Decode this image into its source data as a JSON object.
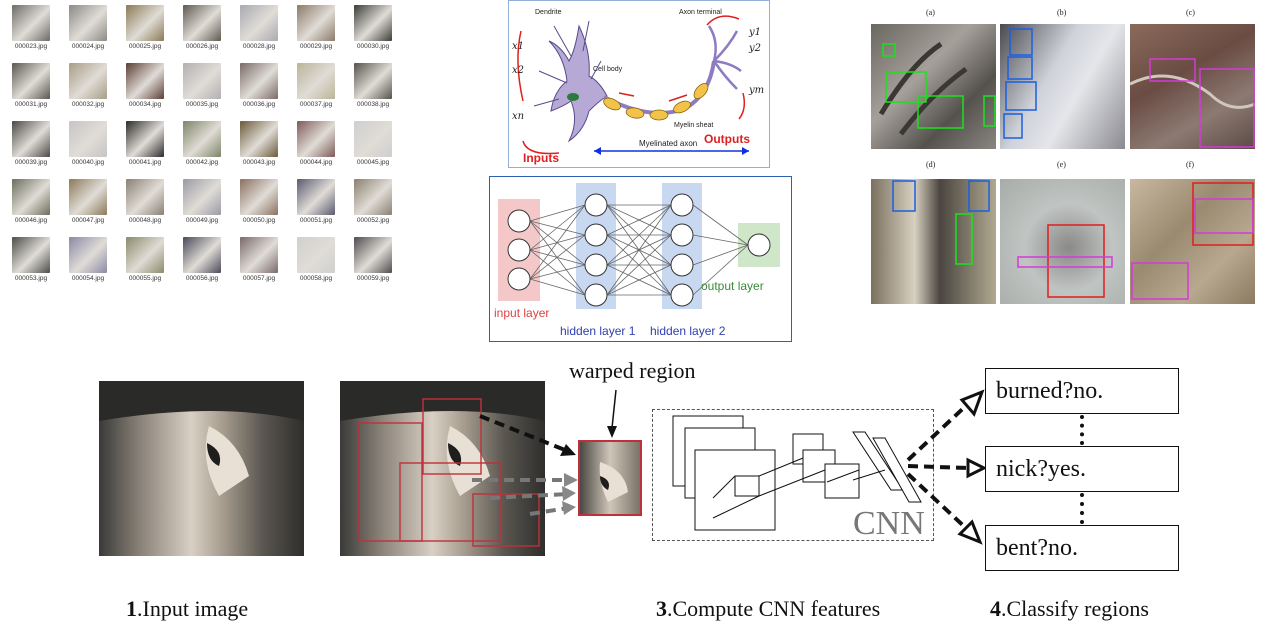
{
  "thumbnails": [
    "000023.jpg",
    "000024.jpg",
    "000025.jpg",
    "000026.jpg",
    "000028.jpg",
    "000029.jpg",
    "000030.jpg",
    "000031.jpg",
    "000032.jpg",
    "000034.jpg",
    "000035.jpg",
    "000036.jpg",
    "000037.jpg",
    "000038.jpg",
    "000039.jpg",
    "000040.jpg",
    "000041.jpg",
    "000042.jpg",
    "000043.jpg",
    "000044.jpg",
    "000045.jpg",
    "000046.jpg",
    "000047.jpg",
    "000048.jpg",
    "000049.jpg",
    "000050.jpg",
    "000051.jpg",
    "000052.jpg",
    "000053.jpg",
    "000054.jpg",
    "000055.jpg",
    "000056.jpg",
    "000057.jpg",
    "000058.jpg",
    "000059.jpg"
  ],
  "thumbnail_tones": [
    "#6d6a66",
    "#8c8a86",
    "#8a7a55",
    "#5e5a52",
    "#a9aab0",
    "#8b7a68",
    "#3b3d38",
    "#5a5650",
    "#a89e86",
    "#5b3e35",
    "#b2b0b2",
    "#7a6a66",
    "#b9b59a",
    "#55524c",
    "#4b4a48",
    "#c8c4c6",
    "#2b2b2b",
    "#7d8468",
    "#6a5a3a",
    "#7e5a58",
    "#cfcfcf",
    "#6b6d5c",
    "#8c7a5a",
    "#8a8074",
    "#9a9aa6",
    "#8a7060",
    "#5a5a70",
    "#8a8070",
    "#4b4e48",
    "#8a8aa6",
    "#8a8a6a",
    "#4a4a5a",
    "#7a6a6a",
    "#d0d0d0",
    "#4e4c50"
  ],
  "neuron": {
    "dendrite": "Dendrite",
    "axon_terminal": "Axon terminal",
    "cell_body": "Cell body",
    "myelin_sheath": "Myelin sheat",
    "myelinated_axon": "Myelinated axon",
    "inputs": "Inputs",
    "outputs": "Outputs",
    "x_labels": [
      "x1",
      "x2",
      "xn"
    ],
    "y_labels": [
      "y1",
      "y2",
      "ym"
    ]
  },
  "network": {
    "input_layer": "input layer",
    "hidden_layer_1": "hidden layer 1",
    "hidden_layer_2": "hidden layer 2",
    "output_layer": "output layer"
  },
  "detections": {
    "panels": [
      "(a)",
      "(b)",
      "(c)",
      "(d)",
      "(e)",
      "(f)"
    ]
  },
  "pipeline": {
    "warped_region": "warped region",
    "cnn": "CNN",
    "classes": [
      "burned?no.",
      "nick?yes.",
      "bent?no."
    ],
    "steps": [
      {
        "num": "1",
        "text": ".Input image"
      },
      {
        "num": "3",
        "text": ".Compute CNN features"
      },
      {
        "num": "4",
        "text": ".Classify regions"
      }
    ]
  },
  "colors": {
    "region_box": "#c0303a",
    "inputs_red": "#e02020",
    "axon_blue": "#1030e0",
    "layer_pink": "#f4c8c8",
    "layer_blue": "#c8d8f0",
    "layer_green": "#cfe6c8",
    "det_green": "#19e319",
    "det_blue": "#1a5fe0",
    "det_magenta": "#d43ad8",
    "det_red": "#e01e1e"
  }
}
